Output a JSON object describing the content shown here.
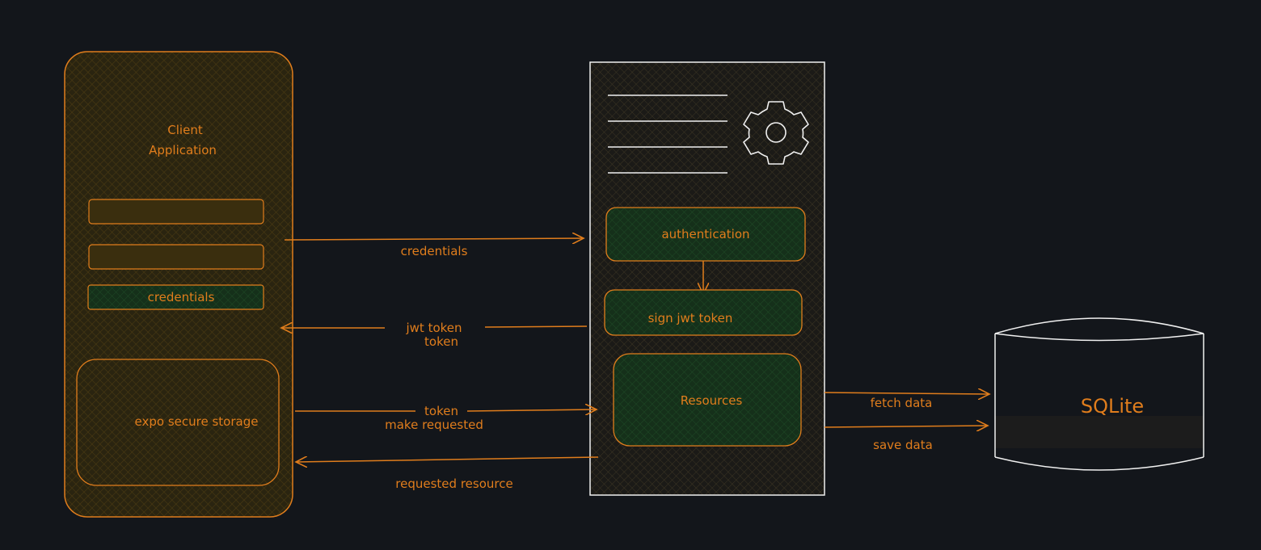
{
  "client": {
    "title_line1": "Client",
    "title_line2": "Application",
    "credentials_button": "credentials",
    "storage_label": "expo secure storage"
  },
  "server": {
    "authentication": "authentication",
    "sign_token": "sign jwt token",
    "resources": "Resources"
  },
  "arrows": {
    "credentials": "credentials",
    "jwt_line1": "jwt token",
    "jwt_line2": "token",
    "token_line1": "token",
    "token_line2": "make requested",
    "requested_resource": "requested resource",
    "fetch_data": "fetch data",
    "save_data": "save data"
  },
  "database": {
    "label": "SQLite"
  },
  "colors": {
    "background": "#13161b",
    "accent_orange": "#e07d1c",
    "panel_fill": "#2a2410",
    "green_fill": "#17341c",
    "white_stroke": "#f0f0f0"
  }
}
